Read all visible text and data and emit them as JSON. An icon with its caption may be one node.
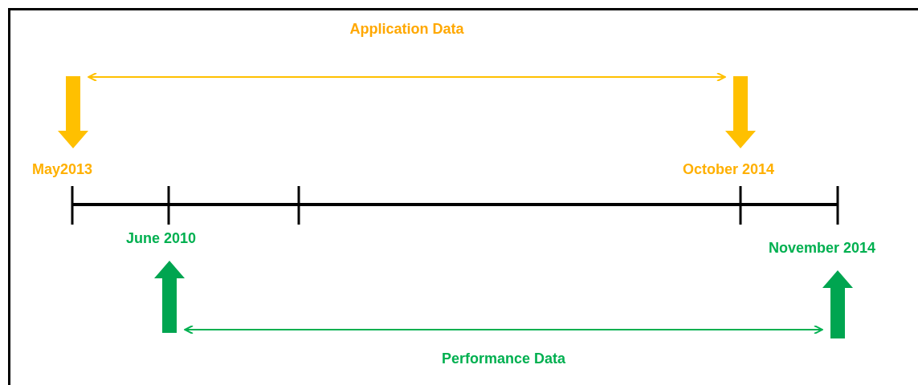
{
  "diagram": {
    "nodes": [
      {
        "text": [
          "May2013"
        ]
      },
      {
        "text": [
          "October 2014"
        ]
      },
      {
        "text": [
          "June 2010"
        ]
      },
      {
        "text": [
          "November 2014"
        ]
      },
      {
        "text": [],
        "shape": "arrow"
      },
      {
        "text": [],
        "shape": "arrow"
      },
      {
        "text": [],
        "shape": "arrow"
      },
      {
        "text": [],
        "shape": "arrow"
      }
    ],
    "edges": [
      {
        "from": 4,
        "to": 5,
        "arrow": "both",
        "label": "Application Data",
        "color": "#ffc000"
      },
      {
        "from": 6,
        "to": 7,
        "arrow": "both",
        "label": "Performance Data",
        "color": "#00b050"
      }
    ]
  }
}
